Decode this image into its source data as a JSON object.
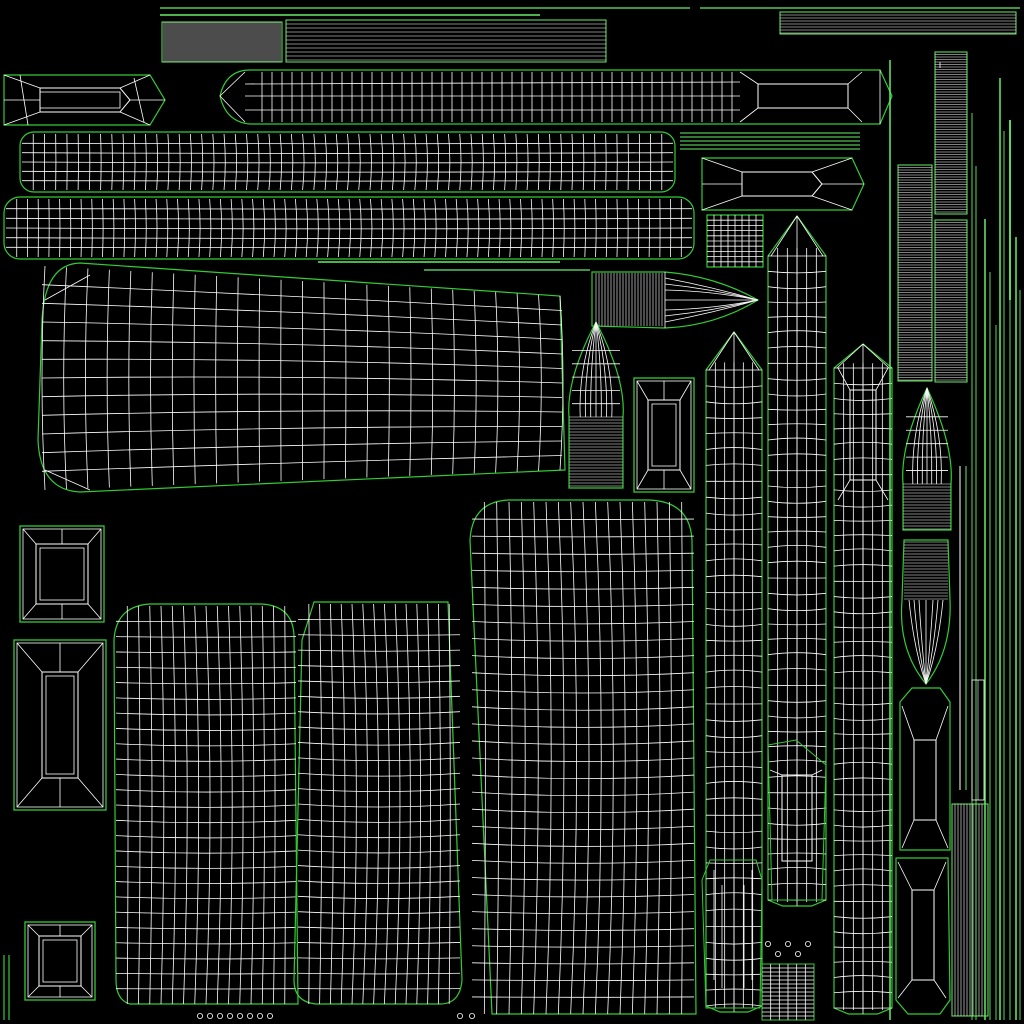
{
  "view": {
    "type": "uv-layout-wireframe",
    "background_color": "#000000",
    "wire_color": "#ffffff",
    "border_color": "#33cc33",
    "dense_fill_color": "#66ee66"
  },
  "islands": [
    {
      "name": "uv-island-top-header-strip",
      "kind": "strip"
    },
    {
      "name": "uv-island-small-box-top-left",
      "kind": "box"
    },
    {
      "name": "uv-island-long-pointed-top",
      "kind": "pointed-bar"
    },
    {
      "name": "uv-island-long-bar-1",
      "kind": "bar"
    },
    {
      "name": "uv-island-long-bar-2",
      "kind": "bar"
    },
    {
      "name": "uv-island-box-right-1",
      "kind": "box"
    },
    {
      "name": "uv-island-grid-small",
      "kind": "grid"
    },
    {
      "name": "uv-island-large-panel",
      "kind": "panel"
    },
    {
      "name": "uv-island-bullet-horizontal",
      "kind": "bullet"
    },
    {
      "name": "uv-island-bullet-vertical-1",
      "kind": "bullet"
    },
    {
      "name": "uv-island-frame-small",
      "kind": "box"
    },
    {
      "name": "uv-island-vertical-pointed-1",
      "kind": "pointed-bar"
    },
    {
      "name": "uv-island-vertical-pointed-2",
      "kind": "pointed-bar"
    },
    {
      "name": "uv-island-vertical-pointed-3",
      "kind": "pointed-bar"
    },
    {
      "name": "uv-island-bullet-vertical-2",
      "kind": "bullet"
    },
    {
      "name": "uv-island-bullet-vertical-3",
      "kind": "bullet"
    },
    {
      "name": "uv-island-box-left-1",
      "kind": "box"
    },
    {
      "name": "uv-island-box-left-2",
      "kind": "box"
    },
    {
      "name": "uv-island-box-left-3",
      "kind": "box"
    },
    {
      "name": "uv-island-panel-bottom-1",
      "kind": "panel"
    },
    {
      "name": "uv-island-panel-bottom-2",
      "kind": "panel"
    },
    {
      "name": "uv-island-panel-bottom-3",
      "kind": "panel"
    },
    {
      "name": "uv-island-box-right-stack-1",
      "kind": "box"
    },
    {
      "name": "uv-island-box-right-stack-2",
      "kind": "box"
    },
    {
      "name": "uv-island-dense-strips",
      "kind": "strip"
    }
  ]
}
